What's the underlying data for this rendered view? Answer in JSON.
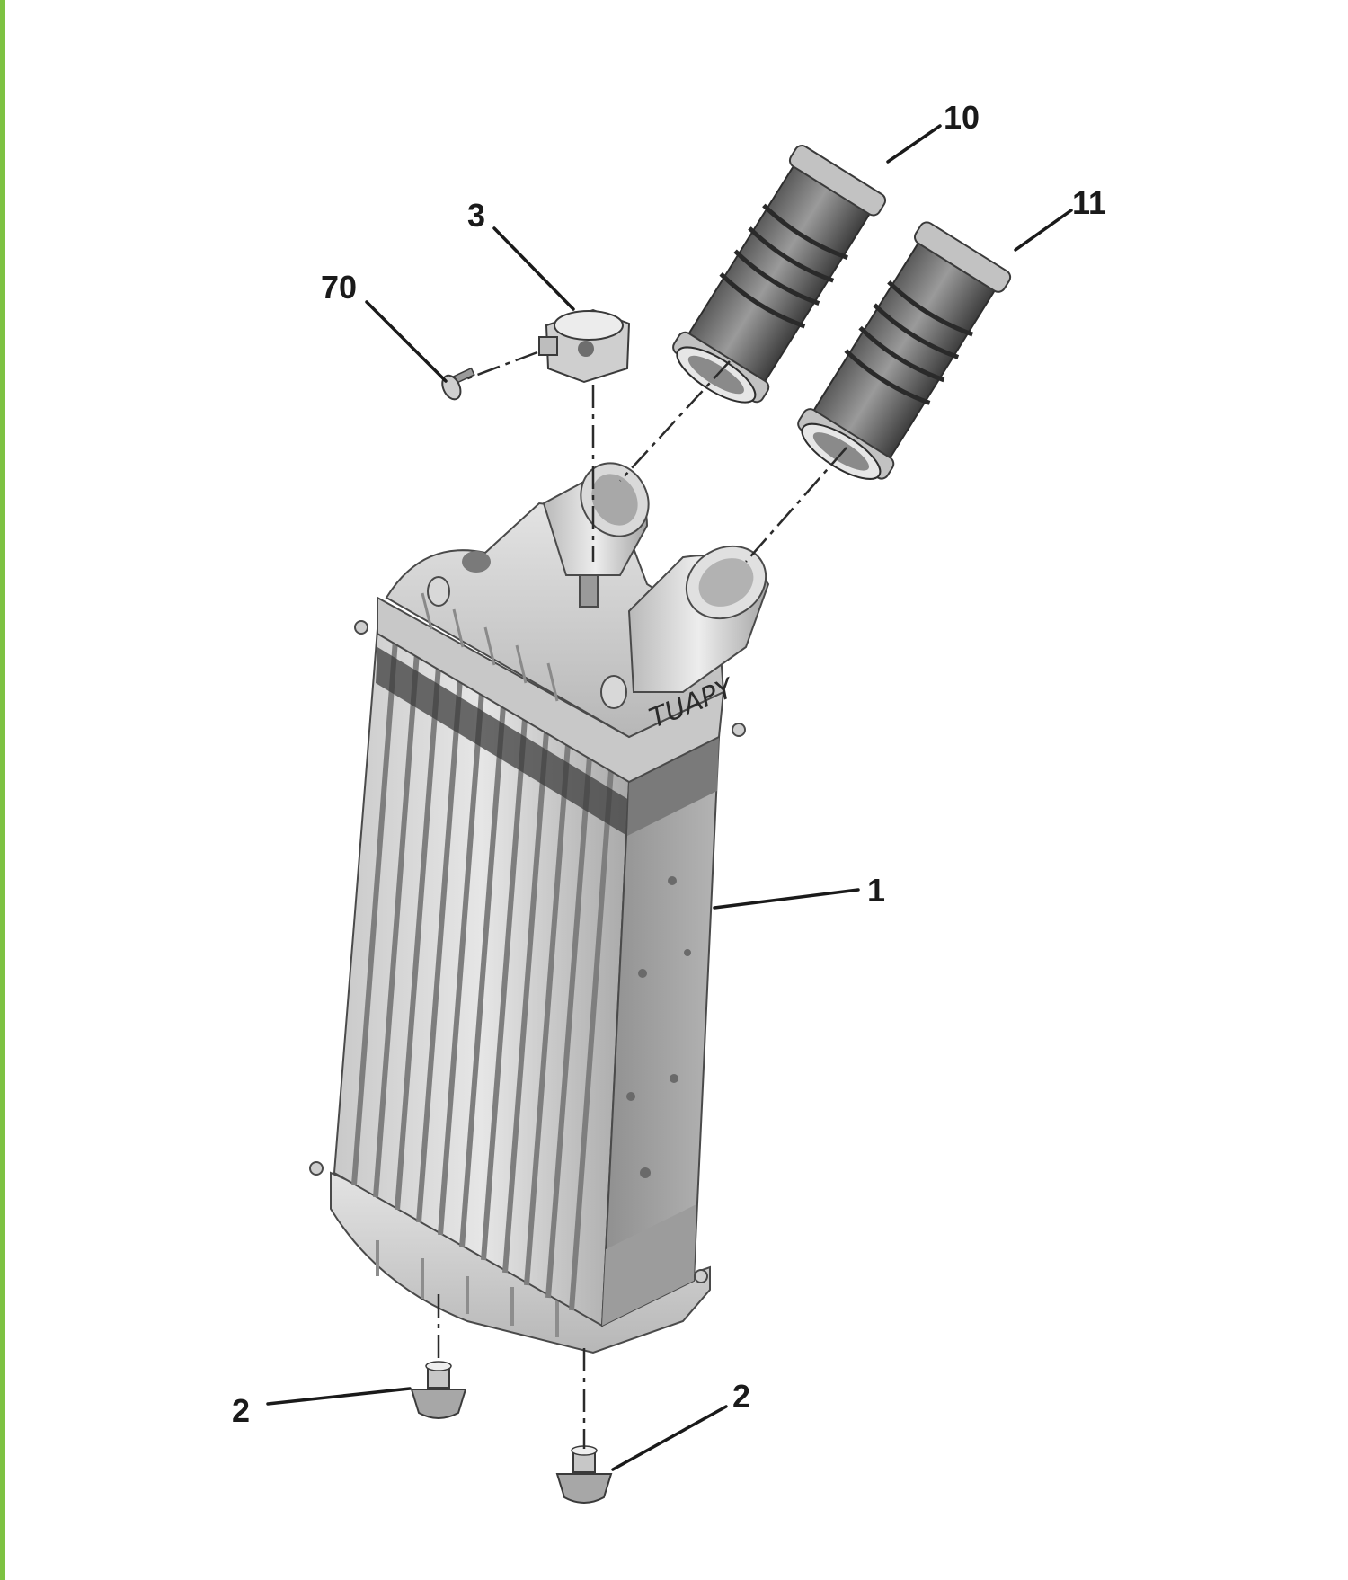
{
  "diagram": {
    "accent_color": "#7dc242",
    "callouts": {
      "intercooler": "1",
      "mount_left": "2",
      "mount_right": "2",
      "sensor": "3",
      "hose_upper": "10",
      "hose_lower": "11",
      "screw": "70"
    },
    "handwritten_mark": "TUAPY"
  }
}
